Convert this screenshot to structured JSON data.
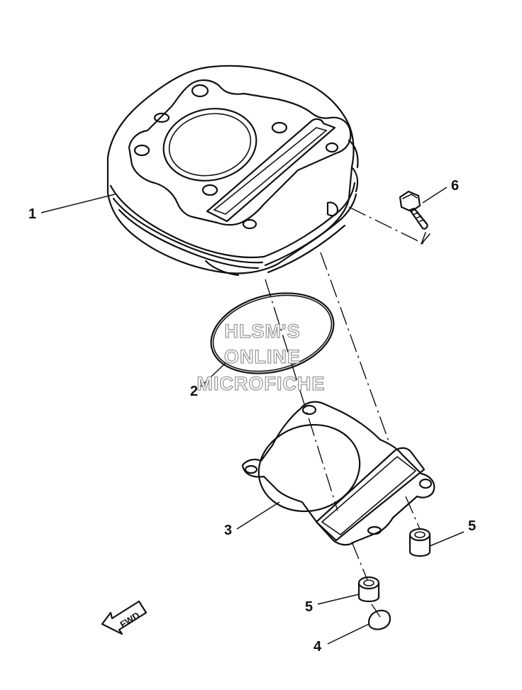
{
  "callouts": {
    "c1": "1",
    "c2": "2",
    "c3": "3",
    "c4": "4",
    "c5a": "5",
    "c5b": "5",
    "c6": "6"
  },
  "watermark": {
    "line1": "HLSM'S",
    "line2": "ONLINE",
    "line3": "MICROFICHE"
  },
  "fwd_label": "FWD",
  "icons": [
    "cylinder-part",
    "o-ring-part",
    "gasket-part",
    "dowel-pin-part",
    "bolt-part",
    "plug-part",
    "fwd-arrow-icon"
  ]
}
